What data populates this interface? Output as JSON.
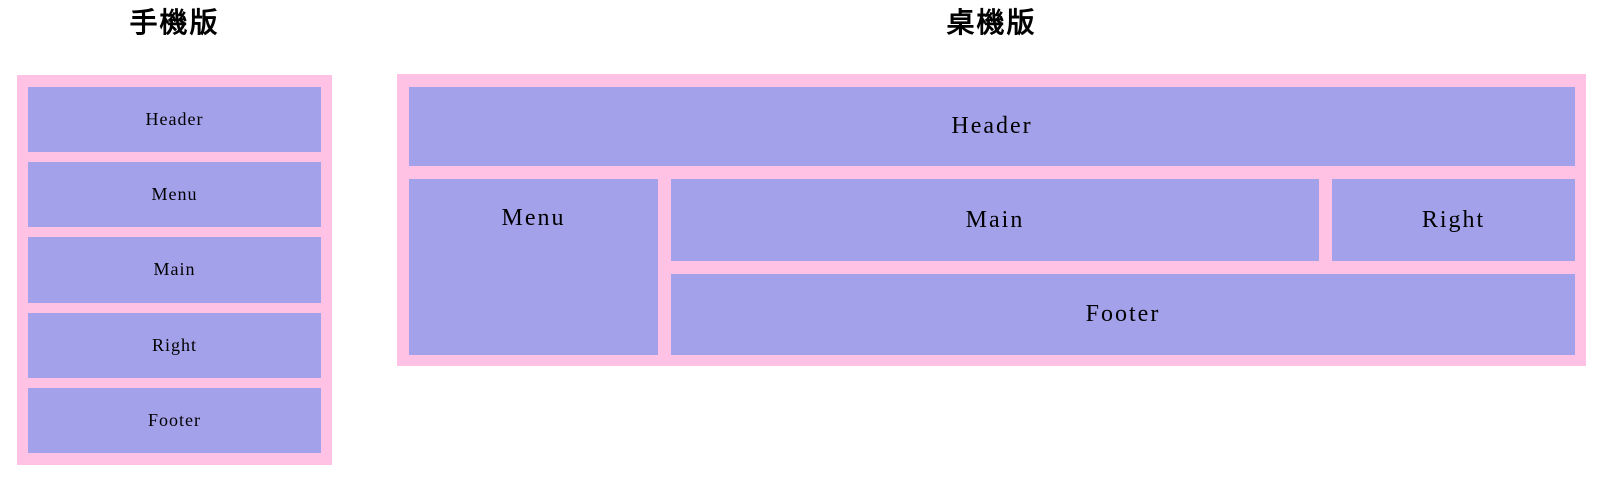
{
  "colors": {
    "page_background": "#ffffff",
    "panel_pink": "#ffc2e4",
    "box_purple": "#a3a1ea",
    "text": "#000000"
  },
  "mobile": {
    "title": "手機版",
    "boxes": [
      {
        "id": "header",
        "label": "Header"
      },
      {
        "id": "menu",
        "label": "Menu"
      },
      {
        "id": "main",
        "label": "Main"
      },
      {
        "id": "right",
        "label": "Right"
      },
      {
        "id": "footer",
        "label": "Footer"
      }
    ]
  },
  "desktop": {
    "title": "桌機版",
    "boxes": [
      {
        "id": "header",
        "label": "Header"
      },
      {
        "id": "menu",
        "label": "Menu"
      },
      {
        "id": "main",
        "label": "Main"
      },
      {
        "id": "right",
        "label": "Right"
      },
      {
        "id": "footer",
        "label": "Footer"
      }
    ]
  }
}
